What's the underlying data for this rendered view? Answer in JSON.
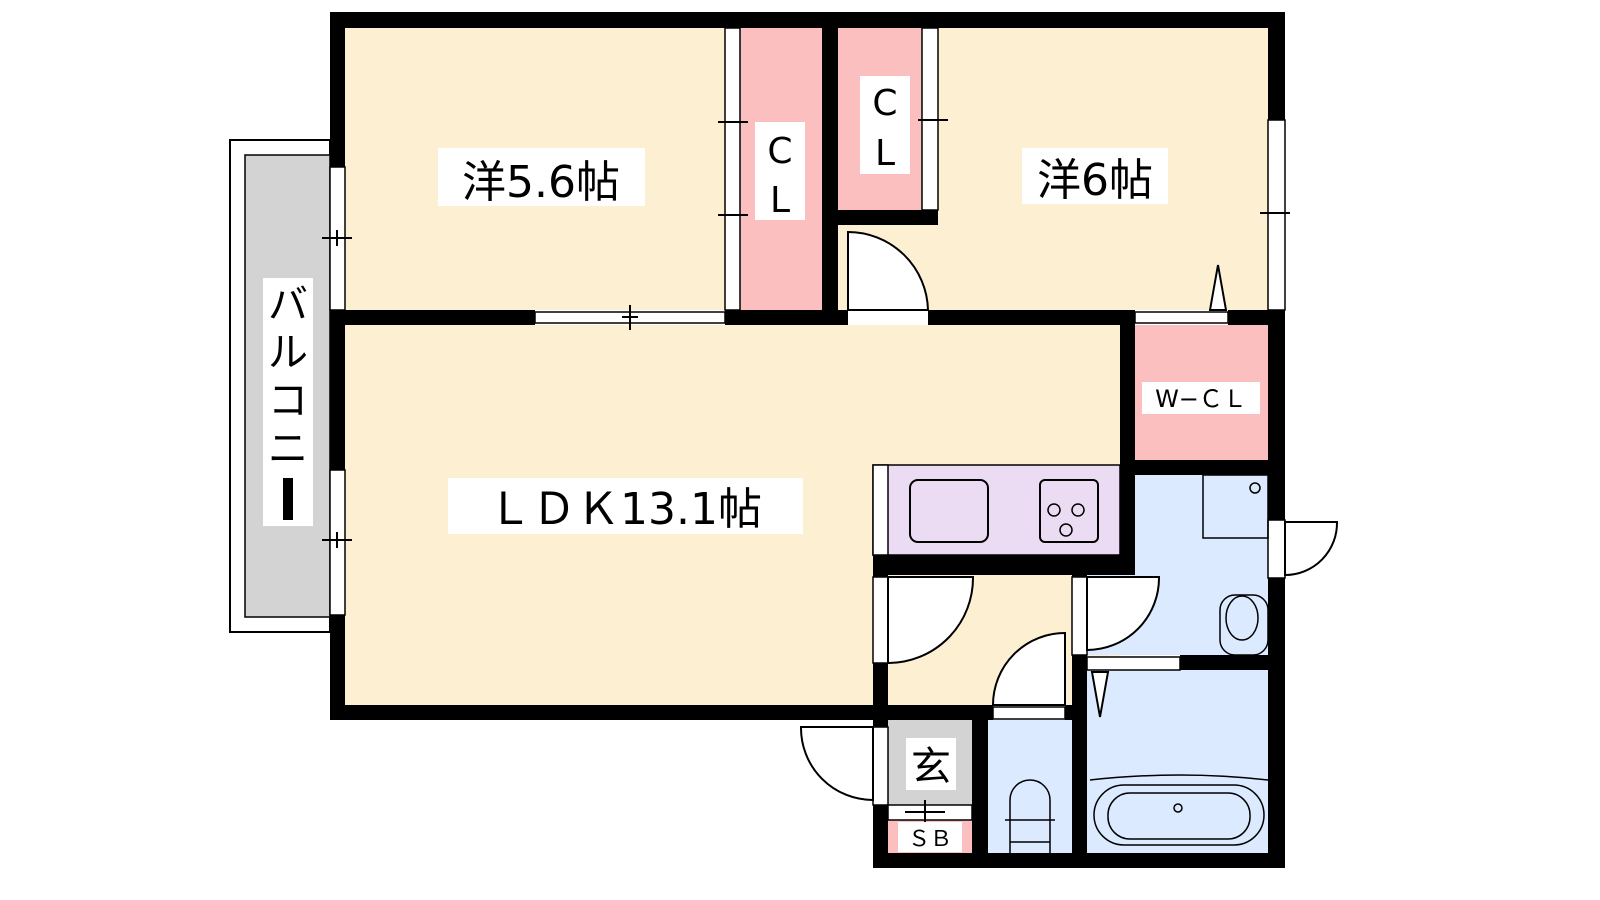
{
  "floorplan": {
    "rooms": {
      "western_room_1": "洋5.6帖",
      "western_room_2": "洋6帖",
      "closet_1_top": "C",
      "closet_1_bottom": "L",
      "closet_2_top": "C",
      "closet_2_bottom": "L",
      "ldk": "ＬＤＫ13.1帖",
      "walk_in_closet": "W−ＣＬ",
      "entrance": "玄",
      "shoe_box": "ＳＢ",
      "balcony": [
        "バ",
        "ル",
        "コ",
        "ニ",
        "ー"
      ]
    },
    "colors": {
      "room": "#fdf0d2",
      "closet": "#fbbfbf",
      "wet_area": "#dbeafe",
      "kitchen": "#ecdcf3",
      "entrance": "#d3d3d3",
      "balcony": "#d3d3d3",
      "wall": "#000000"
    }
  }
}
